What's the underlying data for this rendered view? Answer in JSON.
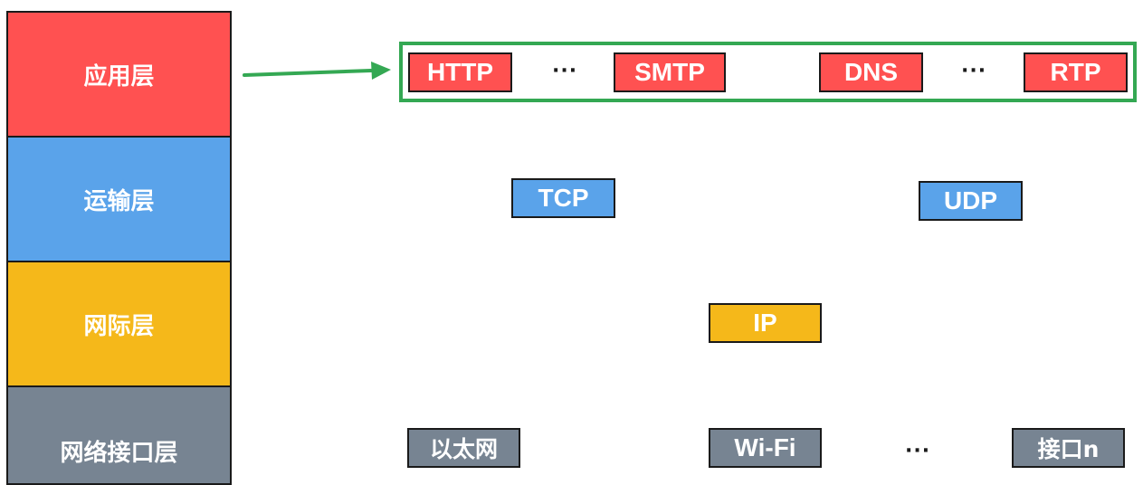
{
  "colors": {
    "application": "#ff5151",
    "transport": "#5aa3ea",
    "internet": "#f5b81a",
    "link": "#778492",
    "highlight": "#34a853",
    "border": "#1a1a1a"
  },
  "layers": {
    "application": "应用层",
    "transport": "运输层",
    "internet": "网际层",
    "link": "网络接口层"
  },
  "application_protocols": {
    "http": "HTTP",
    "smtp": "SMTP",
    "dns": "DNS",
    "rtp": "RTP",
    "ellipsis": "···"
  },
  "transport_protocols": {
    "tcp": "TCP",
    "udp": "UDP"
  },
  "internet_protocols": {
    "ip": "IP"
  },
  "link_protocols": {
    "ethernet": "以太网",
    "wifi": "Wi-Fi",
    "interface_n": "接口n",
    "ellipsis": "···"
  }
}
